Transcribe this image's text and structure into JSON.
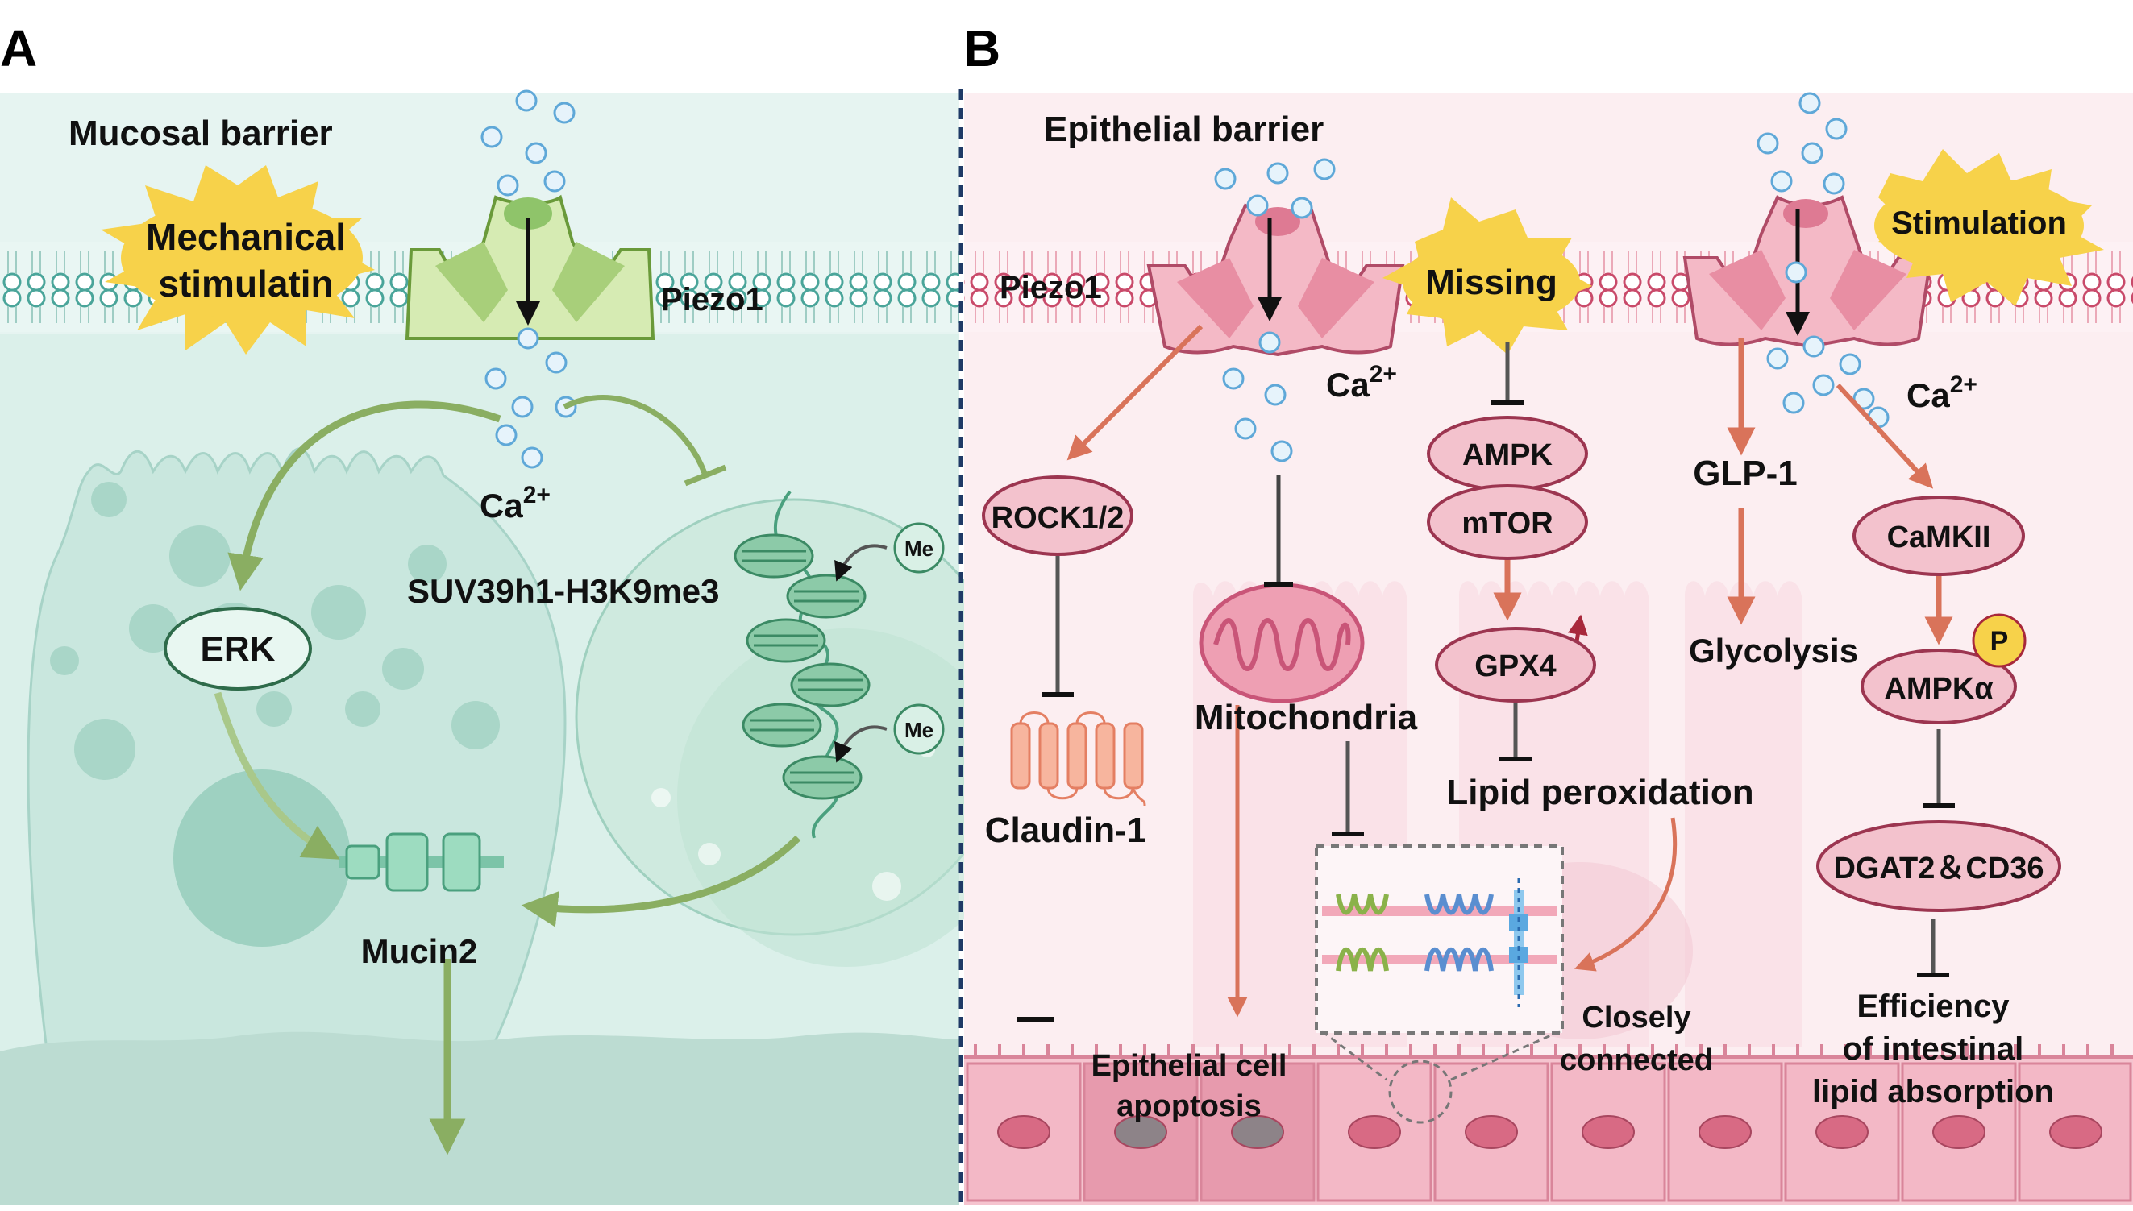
{
  "panels": {
    "a": "A",
    "b": "B"
  },
  "panel_a": {
    "title": "Mucosal barrier",
    "stimulus": [
      "Mechanical",
      "stimulatin"
    ],
    "channel": "Piezo1",
    "ion": "Ca",
    "ion_charge": "2+",
    "erk": "ERK",
    "epigenetic": "SUV39h1-H3K9me3",
    "methyl_tag": "Me",
    "mucin": "Mucin2"
  },
  "panel_b": {
    "title": "Epithelial barrier",
    "channel": "Piezo1",
    "ion": "Ca",
    "ion_charge": "2+",
    "missing": "Missing",
    "stimulation": "Stimulation",
    "rock": "ROCK1/2",
    "claudin": "Claudin-1",
    "mitochondria": "Mitochondria",
    "ampk": "AMPK",
    "mtor": "mTOR",
    "gpx4": "GPX4",
    "lipid_perox": "Lipid peroxidation",
    "apoptosis": [
      "Epithelial cell",
      "apoptosis"
    ],
    "closely": [
      "Closely",
      "connected"
    ],
    "glp1": "GLP-1",
    "glycolysis": "Glycolysis",
    "camkii": "CaMKII",
    "phospho": "P",
    "ampka": "AMPKα",
    "dgat": "DGAT2＆CD36",
    "efficiency": [
      "Efficiency",
      "of intestinal",
      "lipid absorption"
    ]
  },
  "colors": {
    "panel_a_bg": "#e6f4f1",
    "panel_b_bg": "#fceef1",
    "green_title": "#2e6b4a",
    "pink_title": "#d3386b",
    "starburst": "#f7d24a",
    "node_fill": "#f3c2cd",
    "node_stroke": "#9c3550",
    "arrow_orange": "#d9735a",
    "arrow_green": "#8aae62",
    "ca_ion": "#bfe0f5",
    "divider": "#1f3a66"
  }
}
